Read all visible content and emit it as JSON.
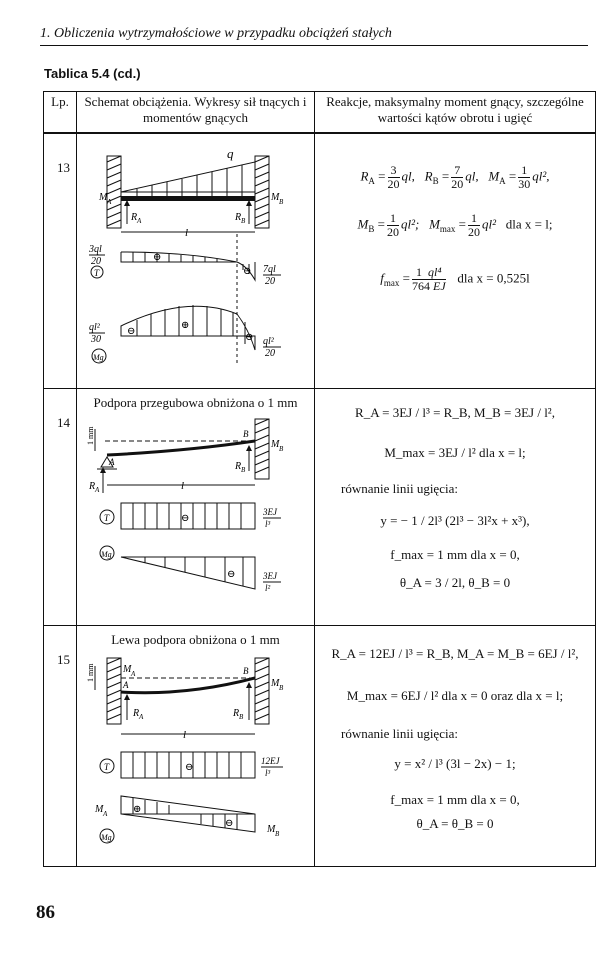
{
  "header": {
    "running_title": "1. Obliczenia wytrzymałościowe w przypadku obciążeń stałych"
  },
  "table_caption": "Tablica 5.4 (cd.)",
  "columns": {
    "lp": "Lp.",
    "scheme": "Schemat obciążenia. Wykresy sił tnących i momentów gnących",
    "reactions": "Reakcje, maksymalny moment gnący, szczególne wartości kątów obrotu i ugięć"
  },
  "rows": [
    {
      "lp": "13",
      "title": "",
      "diagram": {
        "load": "q",
        "left_support": "M_A",
        "right_support": "M_B",
        "reaction_left": "R_A",
        "reaction_right": "R_B",
        "span": "l",
        "shear_left": "3ql / 20",
        "shear_right": "7ql / 20",
        "shear_symbol": "T",
        "moment_left": "ql² / 30",
        "moment_right": "ql² / 20",
        "moment_symbol": "Mg"
      },
      "formulas": {
        "ra_lhs": "R",
        "ra_num": "3",
        "ra_den": "20",
        "ra_rhs": "ql,",
        "rb_lhs": "R",
        "rb_num": "7",
        "rb_den": "20",
        "rb_rhs": "ql,",
        "ma_lhs": "M",
        "ma_num": "1",
        "ma_den": "30",
        "ma_rhs": "ql²,",
        "mb_lhs": "M",
        "mb_num": "1",
        "mb_den": "20",
        "mb_rhs": "ql²;",
        "mmax_lhs": "M",
        "mmax_num": "1",
        "mmax_den": "20",
        "mmax_rhs": "ql²",
        "mmax_cond": "dla   x = l;",
        "f_lhs": "f",
        "f_num": "1",
        "f_num2": "ql⁴",
        "f_den": "764",
        "f_den2": "EJ",
        "f_cond": "dla   x = 0,525l"
      }
    },
    {
      "lp": "14",
      "title": "Podpora przegubowa obniżona o 1 mm",
      "diagram": {
        "offset": "1 mm",
        "left_support": "A",
        "right_support": "B",
        "reaction_left": "R_A",
        "reaction_right": "R_B",
        "moment_right": "M_B",
        "span": "l",
        "shear_value": "3EJ / l³",
        "shear_symbol": "T",
        "moment_value": "3EJ / l²",
        "moment_symbol": "Mg"
      },
      "formulas": {
        "l1": "R_A = 3EJ / l³ = R_B,   M_B = 3EJ / l²,",
        "l2": "M_max = 3EJ / l²   dla   x = l;",
        "l3": "równanie linii ugięcia:",
        "l4": "y = − 1 / 2l³ (2l³ − 3l²x + x³),",
        "l5": "f_max = 1 mm dla x = 0,",
        "l6": "θ_A = 3 / 2l,   θ_B = 0"
      }
    },
    {
      "lp": "15",
      "title": "Lewa podpora obniżona o 1 mm",
      "diagram": {
        "offset": "1 mm",
        "left_moment": "M_A",
        "left_support": "A",
        "right_support": "B",
        "reaction_left": "R_A",
        "reaction_right": "R_B",
        "moment_right": "M_B",
        "span": "l",
        "shear_value": "12EJ / l³",
        "shear_symbol": "T",
        "moment_symbol": "Mg"
      },
      "formulas": {
        "l1": "R_A = 12EJ / l³ = R_B,   M_A = M_B = 6EJ / l²,",
        "l2": "M_max = 6EJ / l²   dla   x = 0   oraz   dla   x = l;",
        "l3": "równanie linii ugięcia:",
        "l4": "y = x² / l³ (3l − 2x) − 1;",
        "l5": "f_max = 1 mm dla x = 0,",
        "l6": "θ_A = θ_B = 0"
      }
    }
  ],
  "page_number": "86"
}
